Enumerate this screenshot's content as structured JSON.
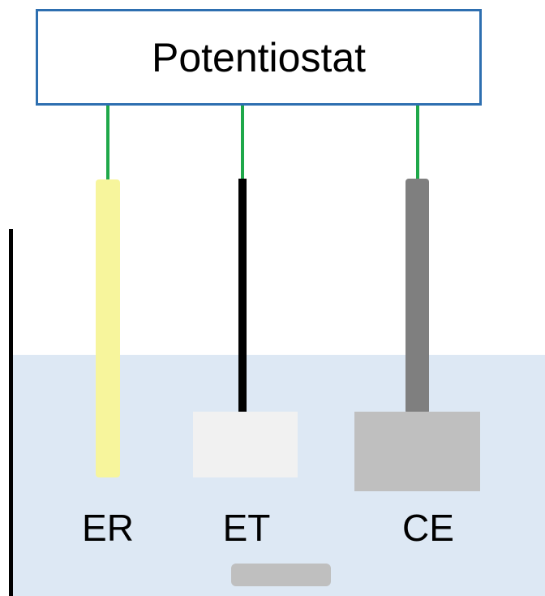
{
  "potentiostat": {
    "label": "Potentiostat",
    "border_color": "#2e6fb0"
  },
  "electrodes": [
    {
      "label": "ER",
      "color": "#f7f59c"
    },
    {
      "label": "ET",
      "color": "#000000",
      "plate_color": "#f1f1f1"
    },
    {
      "label": "CE",
      "color": "#7f7f7f",
      "plate_color": "#bfbfbf"
    }
  ],
  "wire_color": "#1fa84a",
  "electrolyte_color": "#dde8f4",
  "stir_bar_color": "#bfbfbf"
}
